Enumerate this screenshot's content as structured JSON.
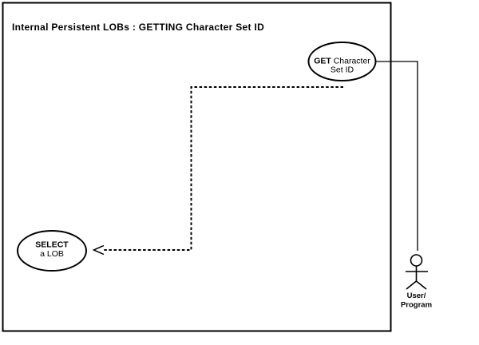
{
  "diagram": {
    "title": "Internal Persistent LOBs : GETTING Character Set ID",
    "use_cases": {
      "get_charset": {
        "line1_bold": "GET",
        "line1_rest": " Character",
        "line2": "Set ID"
      },
      "select_lob": {
        "line1_bold": "SELECT",
        "line2": "a LOB"
      }
    },
    "actor": {
      "label_line1": "User/",
      "label_line2": "Program"
    },
    "colors": {
      "line": "#000000",
      "background": "#ffffff"
    }
  }
}
